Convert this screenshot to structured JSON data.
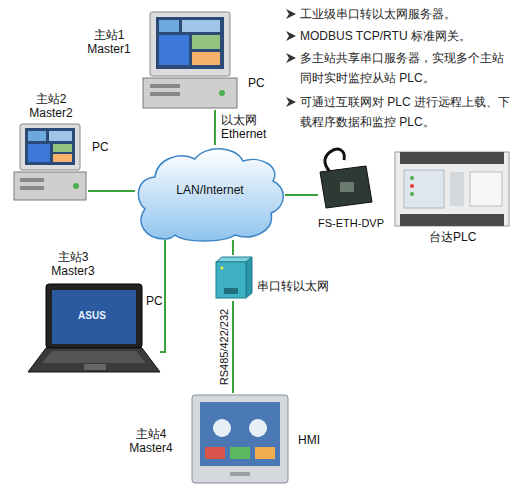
{
  "diagram": {
    "nodes": [
      {
        "text": [
          "主站1 Master1",
          "PC"
        ]
      },
      {
        "text": [
          "主站2 Master2",
          "PC"
        ]
      },
      {
        "text": [
          "LAN/Internet"
        ]
      },
      {
        "text": [
          "FS-ETH-DVP"
        ]
      },
      {
        "text": [
          "台达PLC"
        ]
      },
      {
        "text": [
          "主站3 Master3",
          "PC"
        ]
      },
      {
        "text": [
          "串口转以太网"
        ]
      },
      {
        "text": [
          "主站4 Master4",
          "HMI"
        ]
      }
    ],
    "edges": [
      {
        "from": 0,
        "to": 2,
        "label": "以太网 Ethernet",
        "arrow": "none"
      },
      {
        "from": 1,
        "to": 2,
        "arrow": "none"
      },
      {
        "from": 5,
        "to": 2,
        "arrow": "none"
      },
      {
        "from": 2,
        "to": 3,
        "arrow": "none"
      },
      {
        "from": 2,
        "to": 6,
        "arrow": "none"
      },
      {
        "from": 6,
        "to": 7,
        "label": "RS485/422/232",
        "arrow": "none"
      }
    ],
    "labels": [
      "工业级串口转以太网服务器。",
      "MODBUS TCP/RTU 标准网关。",
      "多主站共享串口服务器，实现多个主站同时实时监控从站 PLC。",
      "可通过互联网对 PLC 进行远程上载、下载程序数据和监控 PLC。",
      "ASUS"
    ]
  }
}
